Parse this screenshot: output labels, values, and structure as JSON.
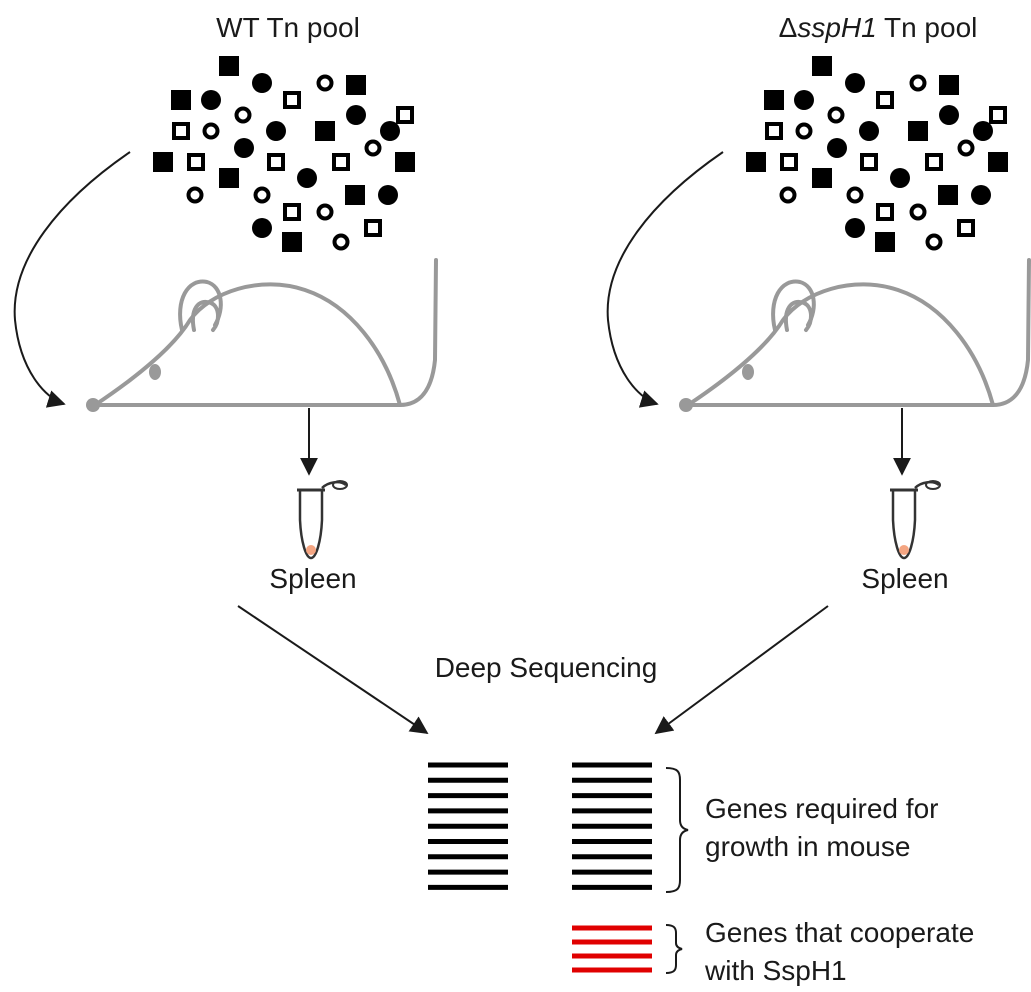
{
  "labels": {
    "wt_pool": "WT Tn pool",
    "mutant_pool_delta": "Δ",
    "mutant_pool_gene": "sspH1",
    "mutant_pool_suffix": " Tn pool",
    "spleen_left": "Spleen",
    "spleen_right": "Spleen",
    "deep_sequencing": "Deep Sequencing",
    "required_line1": "Genes required for",
    "required_line2": "growth in mouse",
    "cooperate_line1": "Genes that cooperate",
    "cooperate_line2": "with SspH1"
  },
  "colors": {
    "marker": "#000000",
    "mouse_outline": "#999999",
    "arrow": "#1a1a1a",
    "bar_black": "#000000",
    "bar_red": "#e00000",
    "tube_tip": "#f4a582"
  }
}
